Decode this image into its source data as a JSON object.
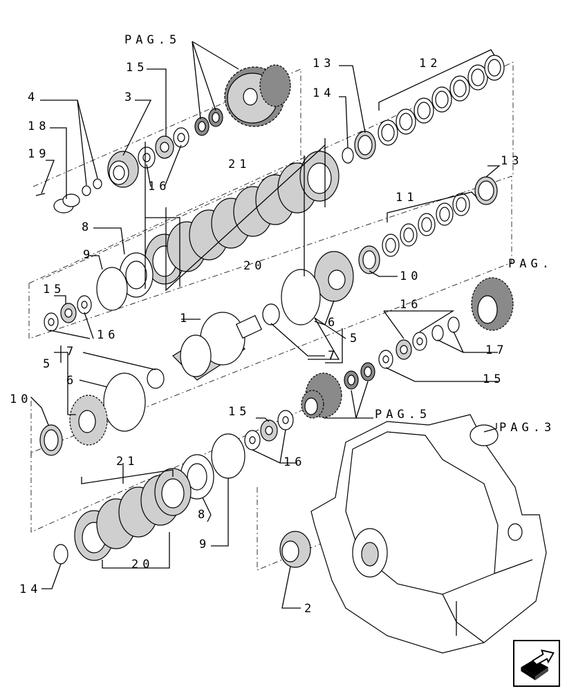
{
  "labels": {
    "pag5_top": "PAG.5",
    "l15_a": "15",
    "l3": "3",
    "l4": "4",
    "l18": "18",
    "l19": "19",
    "l16_a": "16",
    "l21_a": "21",
    "l13_a": "13",
    "l14_a": "14",
    "l12": "12",
    "l13_b": "13",
    "l11": "11",
    "l8_a": "8",
    "l20_a": "20",
    "l9_a": "9",
    "l15_b": "15",
    "l16_b": "16",
    "l10_a": "10",
    "pag_right": "PAG.",
    "l1": "1",
    "l6_a": "6",
    "l5_a": "5",
    "l7_a": "7",
    "l16_c": "16",
    "l17": "17",
    "l15_c": "15",
    "l5_b": "5",
    "l7_b": "7",
    "l6_b": "6",
    "l10_b": "10",
    "pag5_mid": "PAG.5",
    "pag3": "PAG.3",
    "l15_d": "15",
    "l16_d": "16",
    "l21_b": "21",
    "l8_b": "8",
    "l9_b": "9",
    "l20_b": "20",
    "l14_b": "14",
    "l2": "2"
  },
  "nav": {
    "icon": "arrow-icon"
  }
}
